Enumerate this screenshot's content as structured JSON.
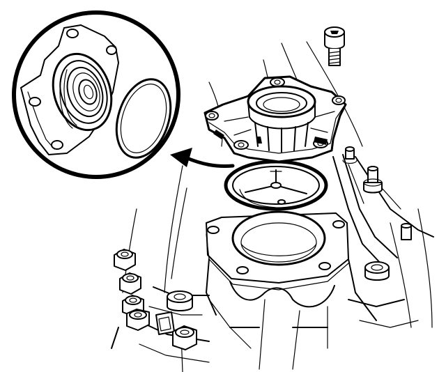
{
  "diagram": {
    "ink_color": "#000000",
    "background_color": "#ffffff",
    "parts": [
      {
        "name": "bolt",
        "icon": "bolt-icon"
      },
      {
        "name": "bearing-retainer-housing",
        "icon": "flange-icon"
      },
      {
        "name": "o-ring-seal",
        "icon": "ring-icon"
      },
      {
        "name": "transmission-case",
        "icon": "case-icon"
      },
      {
        "name": "detail-magnifier",
        "icon": "magnifier-icon"
      },
      {
        "name": "detail-arrow",
        "icon": "arrow-icon"
      }
    ]
  }
}
